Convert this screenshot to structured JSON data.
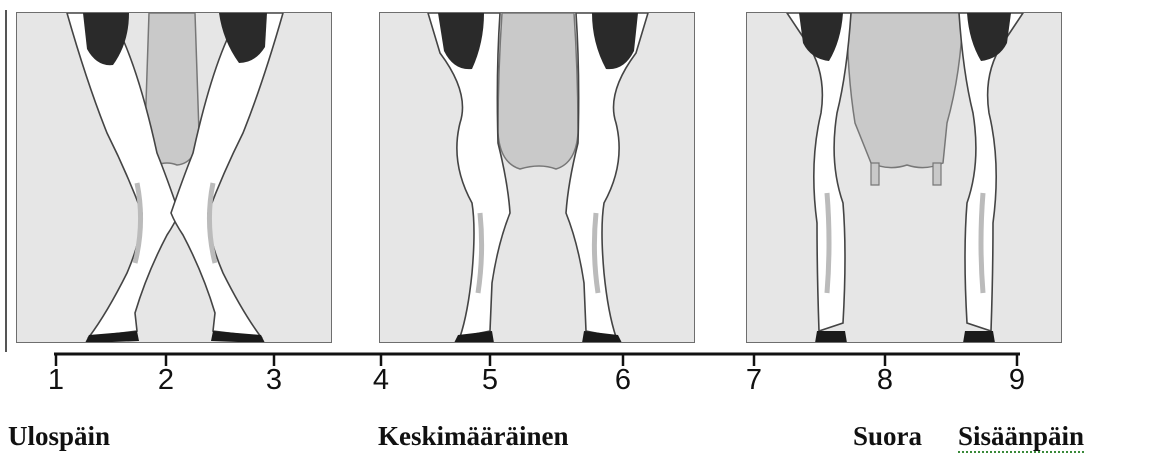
{
  "scale": {
    "ticks": [
      "1",
      "2",
      "3",
      "4",
      "5",
      "6",
      "7",
      "8",
      "9"
    ]
  },
  "captions": {
    "outward": "Ulospäin",
    "average": "Keskimääräinen",
    "straight": "Suora",
    "inward": "Sisäänpäin"
  },
  "panels": [
    {
      "id": "outward-stance",
      "scale_positions": [
        1,
        3
      ]
    },
    {
      "id": "average-stance",
      "scale_positions": [
        4,
        6
      ]
    },
    {
      "id": "straight-stance",
      "scale_positions": [
        7,
        9
      ]
    }
  ]
}
